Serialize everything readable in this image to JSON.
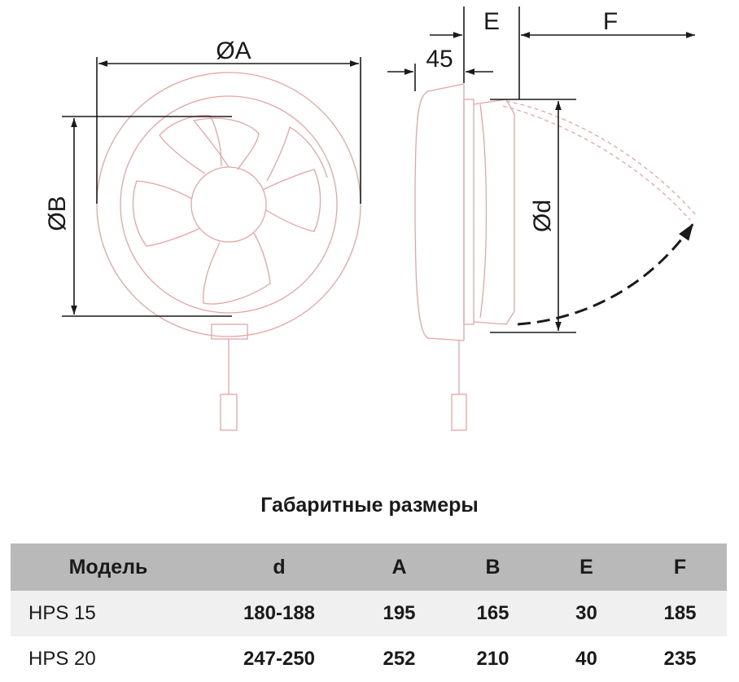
{
  "diagram": {
    "labels": {
      "A": "ØA",
      "B": "ØB",
      "d": "Ød",
      "E": "E",
      "F": "F",
      "depth": "45"
    }
  },
  "table": {
    "title": "Габаритные размеры",
    "headers": [
      "Модель",
      "d",
      "A",
      "B",
      "E",
      "F"
    ],
    "rows": [
      [
        "HPS 15",
        "180-188",
        "195",
        "165",
        "30",
        "185"
      ],
      [
        "HPS 20",
        "247-250",
        "252",
        "210",
        "40",
        "235"
      ]
    ]
  },
  "colors": {
    "outline": "#e8a3a3",
    "dimension": "#1a1a1a",
    "header_bg": "#b9b9b9",
    "row_bg": "#f0f0f0"
  }
}
